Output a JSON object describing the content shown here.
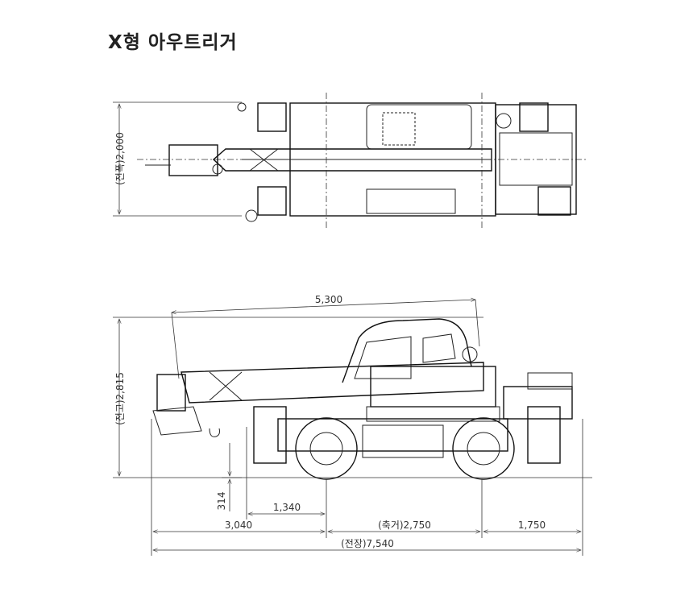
{
  "title": "X형 아우트리거",
  "top_view": {
    "width_dim": "(전폭)2,000"
  },
  "side_view": {
    "boom_dim": "5,300",
    "height_dim": "(전고)2,815",
    "ground_clearance_dim": "314",
    "front_overhang_inner_dim": "1,340",
    "front_overhang_dim": "3,040",
    "wheelbase_dim": "(축거)2,750",
    "rear_overhang_dim": "1,750",
    "overall_length_dim": "(전장)7,540"
  }
}
